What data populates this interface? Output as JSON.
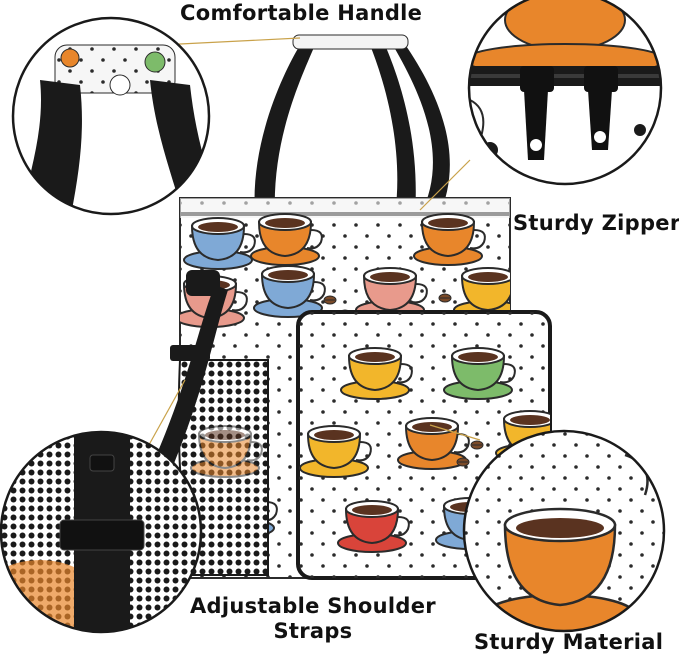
{
  "labels": {
    "handle": "Comfortable Handle",
    "zipper": "Sturdy Zipper",
    "shoulder_line1": "Adjustable Shoulder",
    "shoulder_line2": "Straps",
    "material": "Sturdy Material"
  },
  "colors": {
    "strap": "#1a1a1a",
    "cup_orange": "#e8862b",
    "cup_yellow": "#f2b62b",
    "cup_green": "#7dbb6a",
    "cup_red": "#d9443a",
    "cup_pink": "#e89a8c",
    "cup_blue": "#7fa9d6",
    "coffee": "#5a3320",
    "outline": "#2b2b2b",
    "dots": "#2b2b2b"
  }
}
